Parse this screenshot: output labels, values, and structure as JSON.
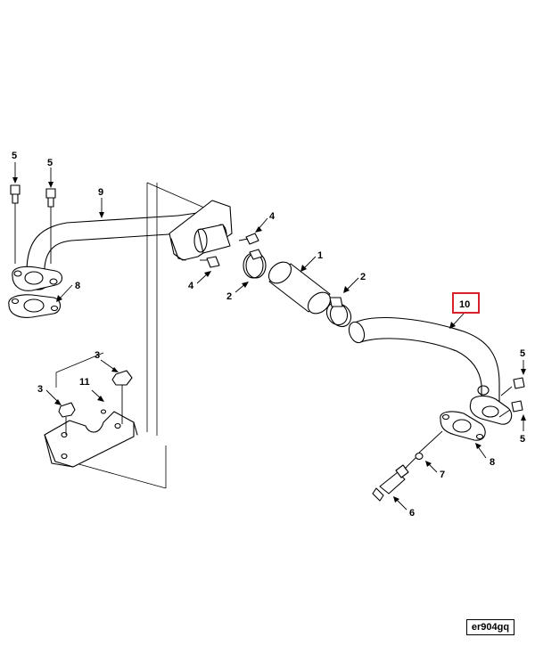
{
  "diagram": {
    "callouts": [
      {
        "id": "c5a",
        "text": "5"
      },
      {
        "id": "c5b",
        "text": "5"
      },
      {
        "id": "c9",
        "text": "9"
      },
      {
        "id": "c4a",
        "text": "4"
      },
      {
        "id": "c8a",
        "text": "8"
      },
      {
        "id": "c1",
        "text": "1"
      },
      {
        "id": "c2a",
        "text": "2"
      },
      {
        "id": "c4b",
        "text": "4"
      },
      {
        "id": "c2b",
        "text": "2"
      },
      {
        "id": "c10",
        "text": "10"
      },
      {
        "id": "c3a",
        "text": "3"
      },
      {
        "id": "c11",
        "text": "11"
      },
      {
        "id": "c3b",
        "text": "3"
      },
      {
        "id": "c5c",
        "text": "5"
      },
      {
        "id": "c5d",
        "text": "5"
      },
      {
        "id": "c8b",
        "text": "8"
      },
      {
        "id": "c7",
        "text": "7"
      },
      {
        "id": "c6",
        "text": "6"
      }
    ],
    "highlight_color": "#d9202a",
    "figure_code": "er904gq"
  }
}
